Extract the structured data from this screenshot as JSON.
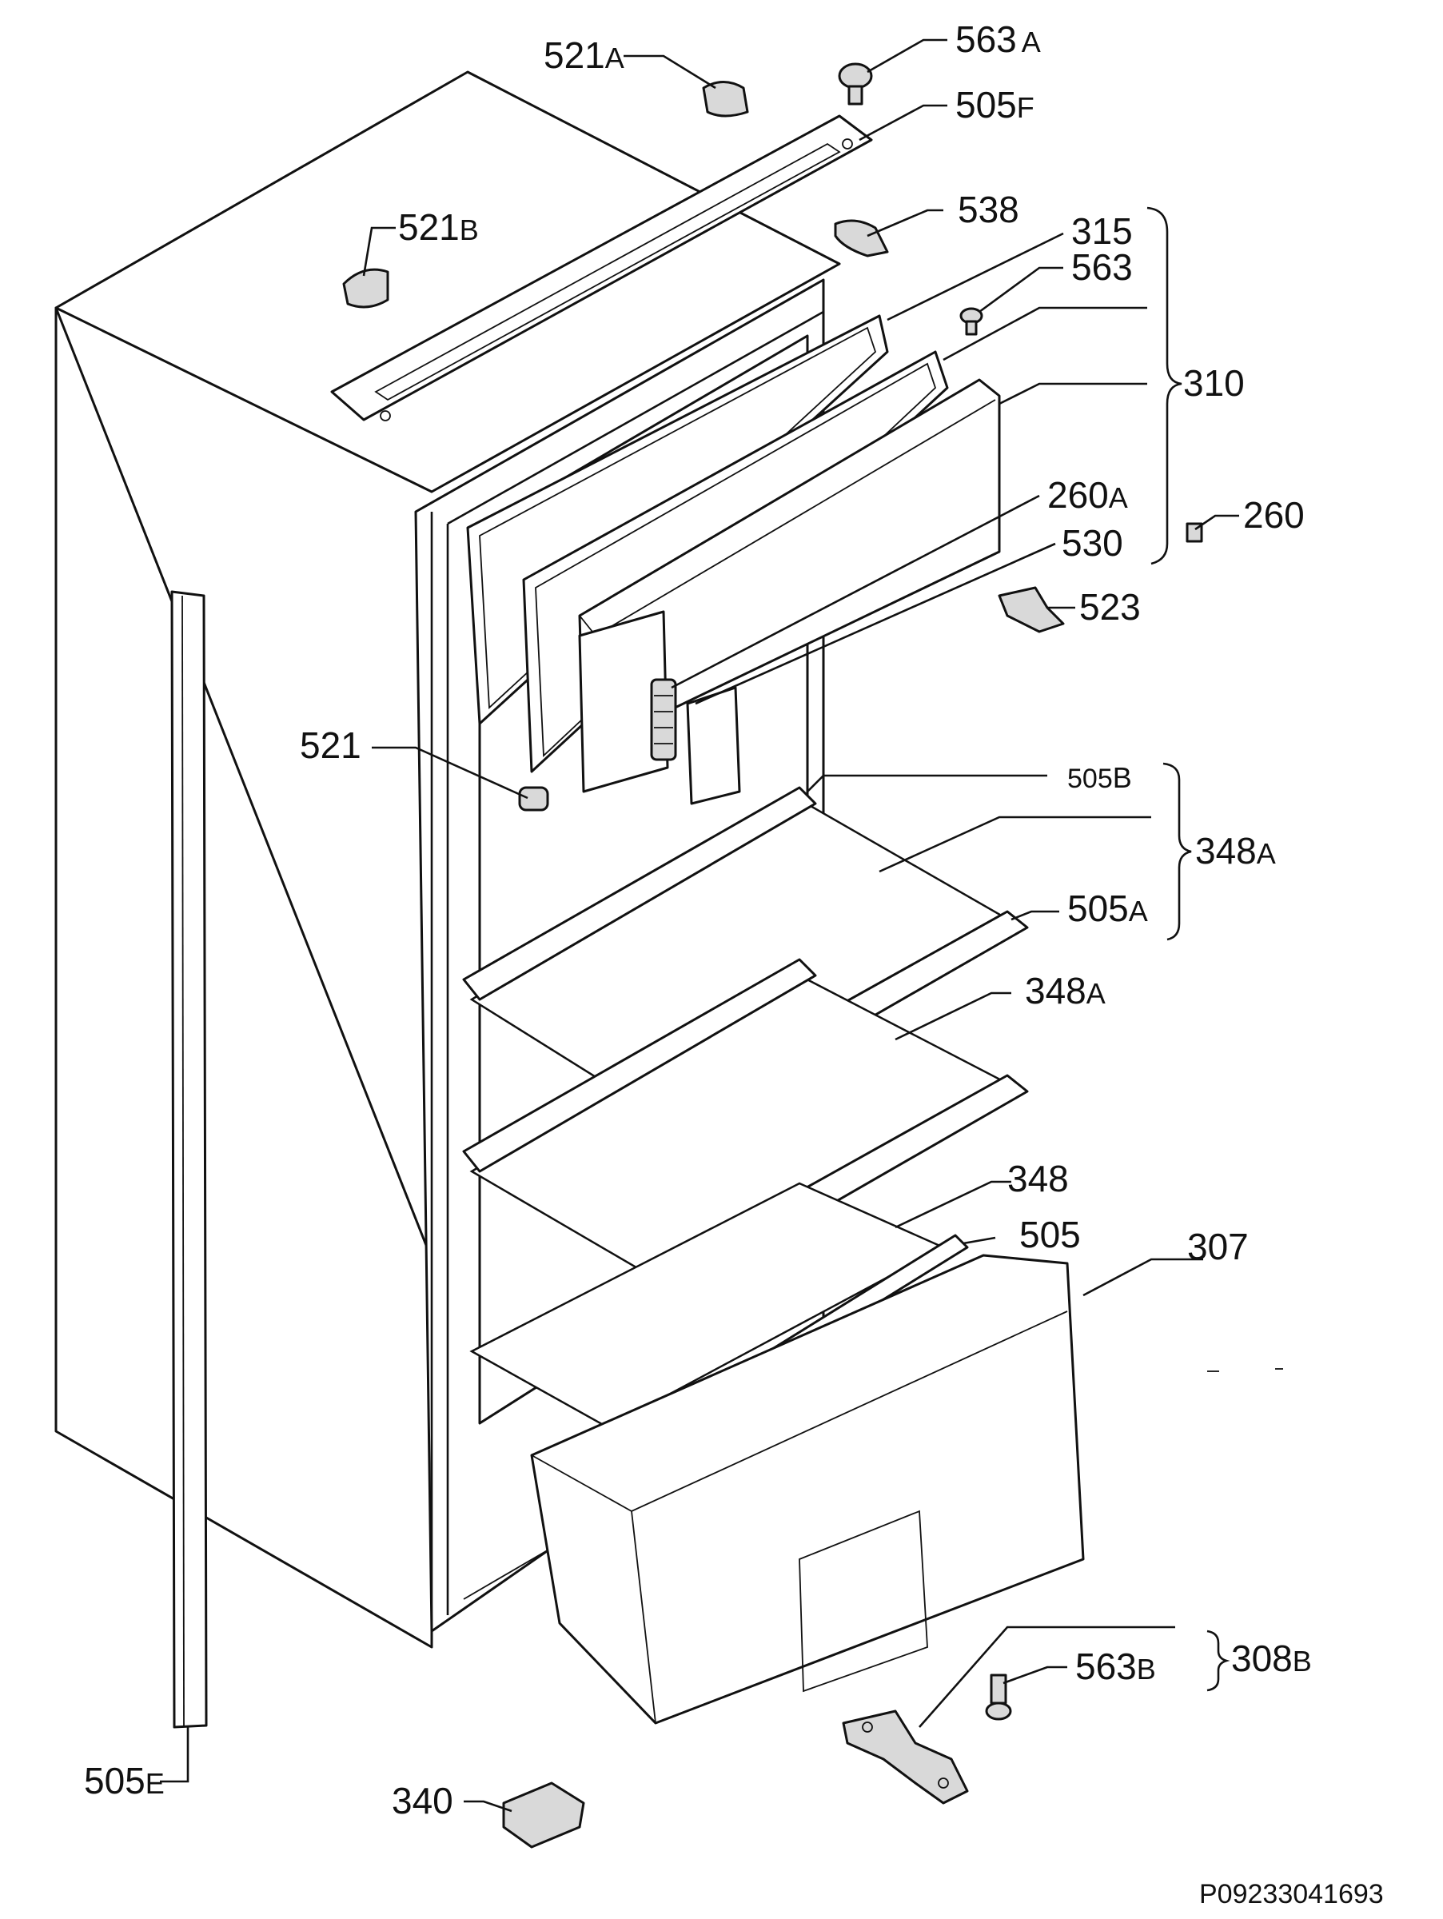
{
  "labels": {
    "l521a": "521",
    "l521a_s": "A",
    "l563a": "563",
    "l563a_s": "A",
    "l505f": "505",
    "l505f_s": "F",
    "l521b": "521",
    "l521b_s": "B",
    "l538": "538",
    "l315": "315",
    "l563": "563",
    "l310": "310",
    "l260a": "260",
    "l260a_s": "A",
    "l260": "260",
    "l530": "530",
    "l523": "523",
    "l521": "521",
    "l505b": "505",
    "l505b_s": "B",
    "l348a_1": "348",
    "l348a_1_s": "A",
    "l505a": "505",
    "l505a_s": "A",
    "l348a_2": "348",
    "l348a_2_s": "A",
    "l348": "348",
    "l505": "505",
    "l307": "307",
    "l563b": "563",
    "l563b_s": "B",
    "l308b": "308",
    "l308b_s": "B",
    "l505e": "505",
    "l505e_s": "E",
    "l340": "340"
  },
  "reference_code": "P09233041693"
}
